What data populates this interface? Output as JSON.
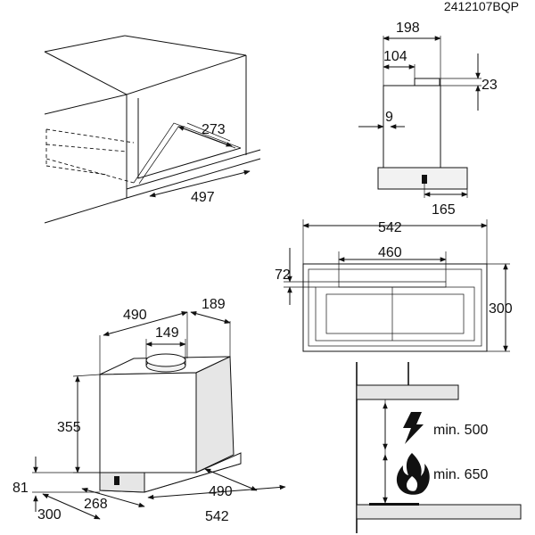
{
  "product_code": "2412107BQP",
  "cabinet": {
    "depth": "273",
    "width": "497"
  },
  "side_view": {
    "width": "198",
    "offset": "104",
    "top": "23",
    "wall": "9",
    "bottom": "165"
  },
  "top_view": {
    "width": "542",
    "inner": "460",
    "front": "72",
    "depth": "300"
  },
  "hood": {
    "width": "490",
    "depth": "189",
    "outlet": "149",
    "height": "355",
    "base": "81",
    "front_depth": "300",
    "body_depth": "268",
    "bottom_width": "490",
    "total_width": "542"
  },
  "clearance": {
    "electric_label": "min. 500",
    "gas_label": "min. 650",
    "electric_icon": "lightning-icon",
    "gas_icon": "flame-icon"
  },
  "colors": {
    "ink": "#111111",
    "panel": "#e6e6e6",
    "light_panel": "#f2f2f2"
  }
}
